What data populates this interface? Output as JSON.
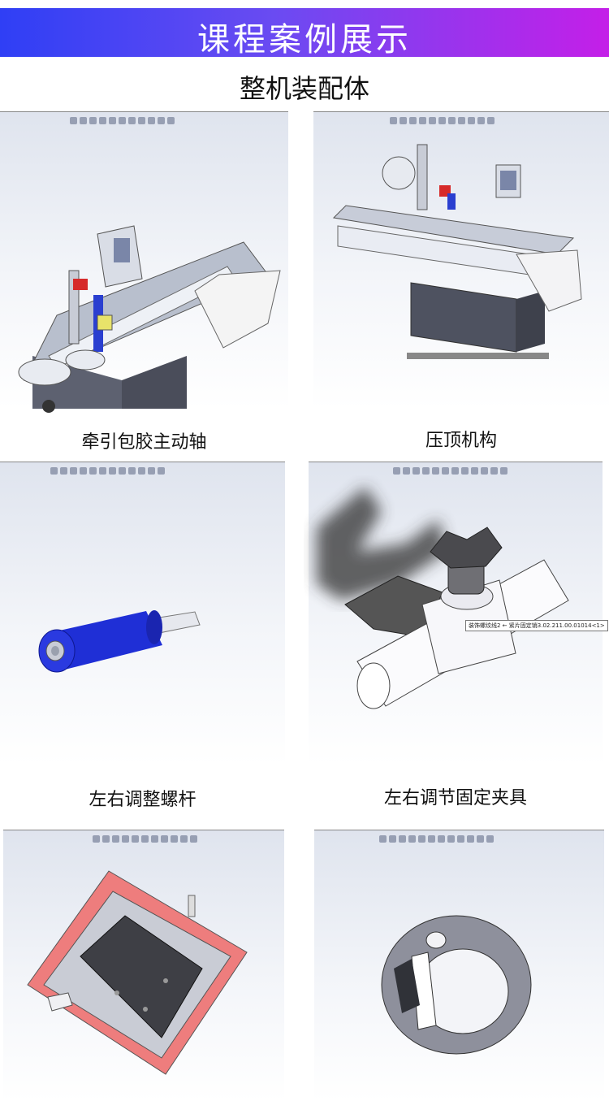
{
  "banner": {
    "title": "课程案例展示"
  },
  "subtitle": "整机装配体",
  "captions": {
    "traction_shaft": "牵引包胶主动轴",
    "press_mechanism": "压顶机构",
    "adjust_screw": "左右调整螺杆",
    "adjust_fixture": "左右调节固定夹具"
  },
  "tooltip": "装饰螺纹线2 ← 紧片固定销3.02.211.00.01014<1>",
  "colors": {
    "banner_start": "#2f3ff5",
    "banner_end": "#c41fe8",
    "roller_blue": "#1f2fd6",
    "plate_red": "#ee7d7d"
  }
}
